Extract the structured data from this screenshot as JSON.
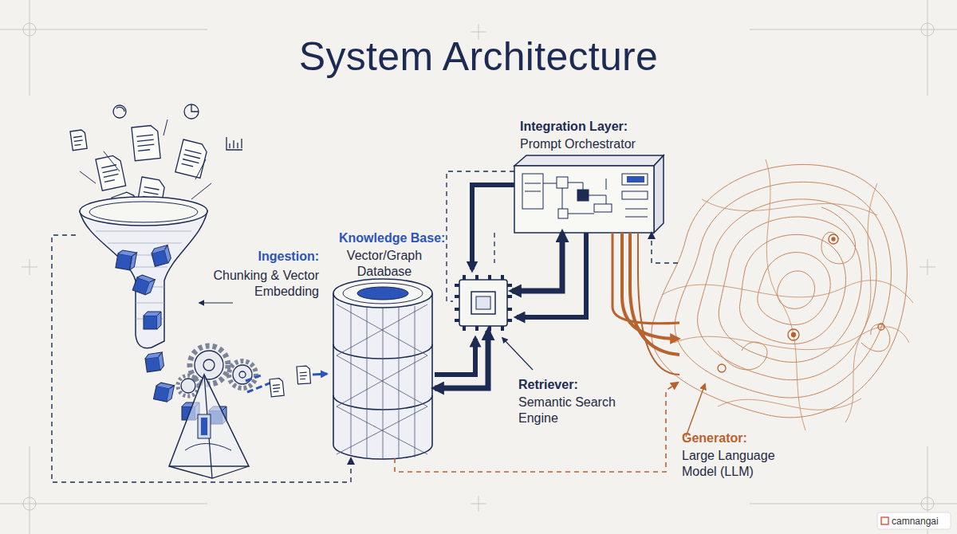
{
  "diagram": {
    "title": "System Architecture",
    "nodes": [
      {
        "text": [
          "Ingestion:",
          "Chunking & Vector Embedding"
        ]
      },
      {
        "text": [
          "Knowledge Base:",
          "Vector/Graph Database"
        ]
      },
      {
        "text": [
          "Integration Layer:",
          "Prompt Orchestrator"
        ]
      },
      {
        "text": [
          "Retriever:",
          "Semantic Search Engine"
        ]
      },
      {
        "text": [
          "Generator:",
          "Large Language Model (LLM)"
        ]
      }
    ],
    "edges": [
      {
        "from": 0,
        "to": 1,
        "arrow": "to"
      },
      {
        "from": 1,
        "to": 3,
        "arrow": "both"
      },
      {
        "from": 3,
        "to": 2,
        "arrow": "both"
      },
      {
        "from": 2,
        "to": 4,
        "arrow": "to"
      },
      {
        "from": 4,
        "to": 2,
        "arrow": "to"
      },
      {
        "from": 1,
        "to": 4,
        "arrow": "to"
      }
    ],
    "labels": [
      "camnangai"
    ]
  }
}
